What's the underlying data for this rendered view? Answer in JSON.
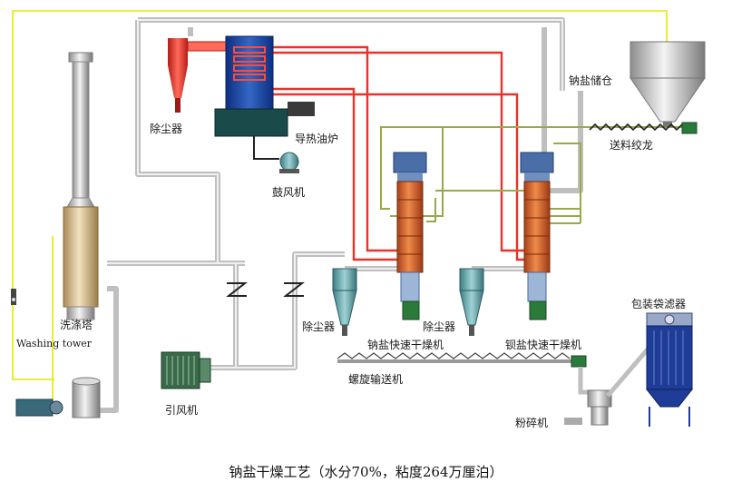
{
  "labels": {
    "dust_collector_top": "除尘器",
    "oil_furnace": "导热油炉",
    "blower": "鼓风机",
    "sodium_silo": "钠盐储仓",
    "feed_auger": "送料绞龙",
    "dust_collector_1": "除尘器",
    "dust_collector_2": "除尘器",
    "sodium_dryer": "钠盐快速干燥机",
    "barium_dryer": "钡盐快速干燥机",
    "screw_conveyor": "螺旋输送机",
    "washing_tower_cn": "洗涤塔",
    "washing_tower_en": "Washing tower",
    "induced_fan": "引风机",
    "pulverizer": "粉碎机",
    "bag_filter": "包装袋滤器"
  },
  "caption": "钠盐干燥工艺（水分70%，粘度264万厘泊）",
  "colors": {
    "hot_oil_line": "#e8322a",
    "air_duct": "#c9c9c9",
    "signal_line": "#e6e600",
    "return_line": "#9aa84a",
    "dryer_body": "#d9632a",
    "furnace_blue": "#1f4fa8",
    "tower_tan": "#d9c7a1"
  }
}
